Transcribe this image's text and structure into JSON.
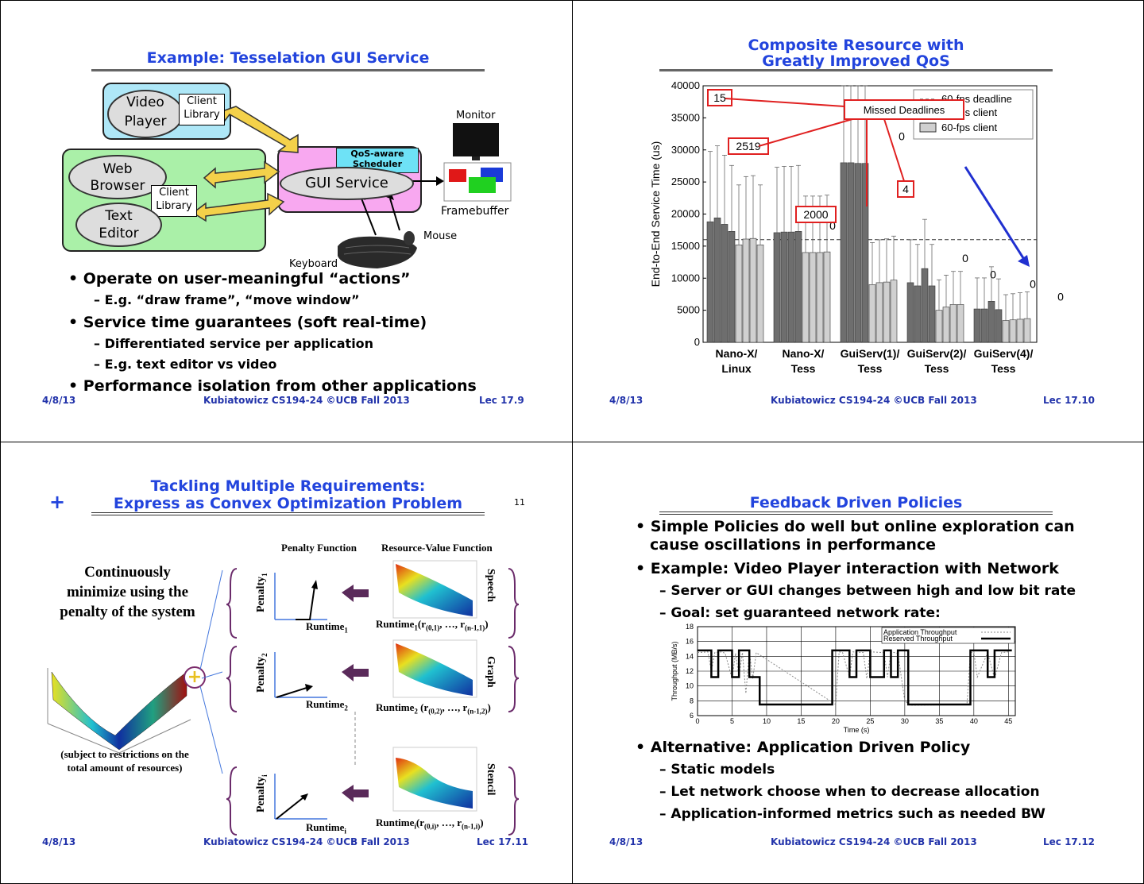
{
  "slide1": {
    "title": "Example: Tesselation GUI Service",
    "diagram": {
      "video_player": "Video Player",
      "client_library": "Client Library",
      "web_browser": "Web Browser",
      "text_editor": "Text Editor",
      "client_library2": "Client Library",
      "qos_scheduler": "QoS-aware Scheduler",
      "gui_service": "GUI Service",
      "monitor": "Monitor",
      "framebuffer": "Framebuffer",
      "mouse": "Mouse",
      "keyboard": "Keyboard"
    },
    "bullets": [
      "Operate on user-meaningful “actions”",
      "– E.g. “draw frame”, “move window”",
      "Service time guarantees (soft real-time)",
      "– Differentiated service per application",
      "– E.g. text editor vs video",
      "Performance isolation from other applications"
    ],
    "footer": {
      "date": "4/8/13",
      "center": "Kubiatowicz CS194-24 ©UCB Fall 2013",
      "right": "Lec 17.9"
    }
  },
  "slide2": {
    "title_line1": "Composite Resource with",
    "title_line2": "Greatly Improved QoS",
    "footer": {
      "date": "4/8/13",
      "center": "Kubiatowicz CS194-24 ©UCB Fall 2013",
      "right": "Lec 17.10"
    },
    "chart_data": {
      "type": "bar",
      "ylabel": "End-to-End Service Time (us)",
      "ylim": [
        0,
        40000
      ],
      "yticks": [
        "0",
        "5000",
        "10000",
        "15000",
        "20000",
        "25000",
        "30000",
        "35000",
        "40000"
      ],
      "categories": [
        "Nano-X/ Linux",
        "Nano-X/ Tess",
        "GuiServ(1)/ Tess",
        "GuiServ(2)/ Tess",
        "GuiServ(4)/ Tess"
      ],
      "series": [
        {
          "name": "30-fps client",
          "color": "#6e6e6e",
          "values": [
            [
              18800,
              19400,
              18400,
              17300
            ],
            [
              17100,
              17200,
              17200,
              17300
            ],
            [
              28000,
              28000,
              27900,
              27900
            ],
            [
              9300,
              8800,
              11500,
              8800
            ],
            [
              5200,
              5200,
              6400,
              5100
            ]
          ]
        },
        {
          "name": "60-fps client",
          "color": "#d0d0d0",
          "values": [
            [
              15200,
              16100,
              16200,
              15200
            ],
            [
              14000,
              14000,
              14000,
              14100
            ],
            [
              9000,
              9300,
              9400,
              9700
            ],
            [
              5000,
              5500,
              5900,
              5900
            ],
            [
              3400,
              3500,
              3600,
              3700
            ]
          ]
        }
      ],
      "deadline": {
        "name": "60-fps deadline",
        "value": 16000
      },
      "legend_position": "top-right",
      "annotations": {
        "missed_deadlines": "Missed Deadlines",
        "counts": [
          "15",
          "2519",
          "0",
          "2000",
          "0",
          "4",
          "0",
          "0",
          "0",
          "0"
        ]
      }
    }
  },
  "slide3": {
    "title_line1": "Tackling Multiple Requirements:",
    "title_line2": "Express as Convex Optimization Problem",
    "plus_mark": "+",
    "page_number": "11",
    "left_text": "Continuously minimize using the penalty of the system",
    "restriction_text": "(subject to restrictions on the total amount of resources)",
    "header_penalty": "Penalty Function",
    "header_rvf": "Resource-Value Function",
    "rows": [
      {
        "penalty": "Penalty",
        "penalty_sub": "1",
        "runtime": "Runtime",
        "runtime_sub": "1",
        "rvf": "Runtime",
        "rvf_sub": "1",
        "rvf_args": "(r",
        "rvf_args_sub1": "(0,1)",
        "rvf_mid": ", …, r",
        "rvf_args_sub2": "(n-1,1)",
        "rvf_close": ")",
        "name": "Speech"
      },
      {
        "penalty": "Penalty",
        "penalty_sub": "2",
        "runtime": "Runtime",
        "runtime_sub": "2",
        "rvf": "Runtime",
        "rvf_sub": "2",
        "rvf_args": " (r",
        "rvf_args_sub1": "(0,2)",
        "rvf_mid": ", …, r",
        "rvf_args_sub2": "(n-1,2)",
        "rvf_close": ")",
        "name": "Graph"
      },
      {
        "penalty": "Penalty",
        "penalty_sub": "i",
        "runtime": "Runtime",
        "runtime_sub": "i",
        "rvf": "Runtime",
        "rvf_sub": "i",
        "rvf_args": "(r",
        "rvf_args_sub1": "(0,i)",
        "rvf_mid": ", …, r",
        "rvf_args_sub2": "(n-1,i)",
        "rvf_close": ")",
        "name": "Stencil"
      }
    ],
    "footer": {
      "date": "4/8/13",
      "center": "Kubiatowicz CS194-24 ©UCB Fall 2013",
      "right": "Lec 17.11"
    }
  },
  "slide4": {
    "title": "Feedback Driven Policies",
    "bullets": [
      "Simple Policies do well but online exploration can",
      "cause oscillations in performance",
      "Example: Video Player interaction with Network",
      "– Server or GUI changes between high and low bit rate",
      "– Goal: set guaranteed network rate:",
      "Alternative: Application Driven Policy",
      "– Static models",
      "– Let network choose when to decrease allocation",
      "– Application-informed metrics such as needed BW"
    ],
    "chart_data": {
      "type": "line",
      "xlabel": "Time (s)",
      "ylabel": "Throughput (MB/s)",
      "xlim": [
        0,
        46
      ],
      "ylim": [
        6,
        18
      ],
      "xticks": [
        "0",
        "5",
        "10",
        "15",
        "20",
        "25",
        "30",
        "35",
        "40",
        "45"
      ],
      "yticks": [
        "6",
        "8",
        "10",
        "12",
        "14",
        "16",
        "18"
      ],
      "legend_position": "top-right",
      "series": [
        {
          "name": "Application Throughput",
          "x": [
            0,
            1.5,
            2,
            2.5,
            3.5,
            4,
            5,
            5.5,
            6,
            6.5,
            7,
            7.5,
            8,
            8.5,
            20,
            20.5,
            21,
            22,
            22.5,
            24,
            24.5,
            25,
            27,
            27.5,
            28,
            29,
            30,
            30.5,
            31,
            39,
            39.5,
            40,
            40.5,
            42,
            43,
            44,
            45
          ],
          "y": [
            14.5,
            14.6,
            12,
            14.5,
            14.6,
            14.4,
            11,
            14.4,
            11.3,
            14.5,
            9,
            14.6,
            11,
            14.5,
            7.5,
            14.6,
            14.5,
            11.2,
            14.6,
            14.5,
            11,
            14.6,
            14.5,
            11.2,
            14.6,
            14.4,
            8,
            7.6,
            7.4,
            7.5,
            14.5,
            14.6,
            11.2,
            14.5,
            11,
            14.5,
            14.6
          ]
        },
        {
          "name": "Reserved Throughput",
          "x": [
            0,
            2,
            2,
            3,
            3,
            5,
            5,
            6,
            6,
            7.5,
            7.5,
            9,
            9,
            19.5,
            19.5,
            22,
            22,
            23,
            23,
            25,
            25,
            27,
            27,
            28,
            28,
            29,
            29,
            30.5,
            30.5,
            39.5,
            39.5,
            42,
            42,
            43,
            43,
            45.5
          ],
          "y": [
            14.8,
            14.8,
            11.2,
            11.2,
            14.8,
            14.8,
            11.2,
            11.2,
            14.8,
            14.8,
            11.2,
            11.2,
            7.5,
            7.5,
            14.8,
            14.8,
            11.2,
            11.2,
            14.8,
            14.8,
            11.2,
            11.2,
            14.8,
            14.8,
            11.2,
            11.2,
            14.8,
            14.8,
            7.5,
            7.5,
            14.8,
            14.8,
            11.2,
            11.2,
            14.8,
            14.8
          ]
        }
      ]
    },
    "footer": {
      "date": "4/8/13",
      "center": "Kubiatowicz CS194-24 ©UCB Fall 2013",
      "right": "Lec 17.12"
    }
  }
}
